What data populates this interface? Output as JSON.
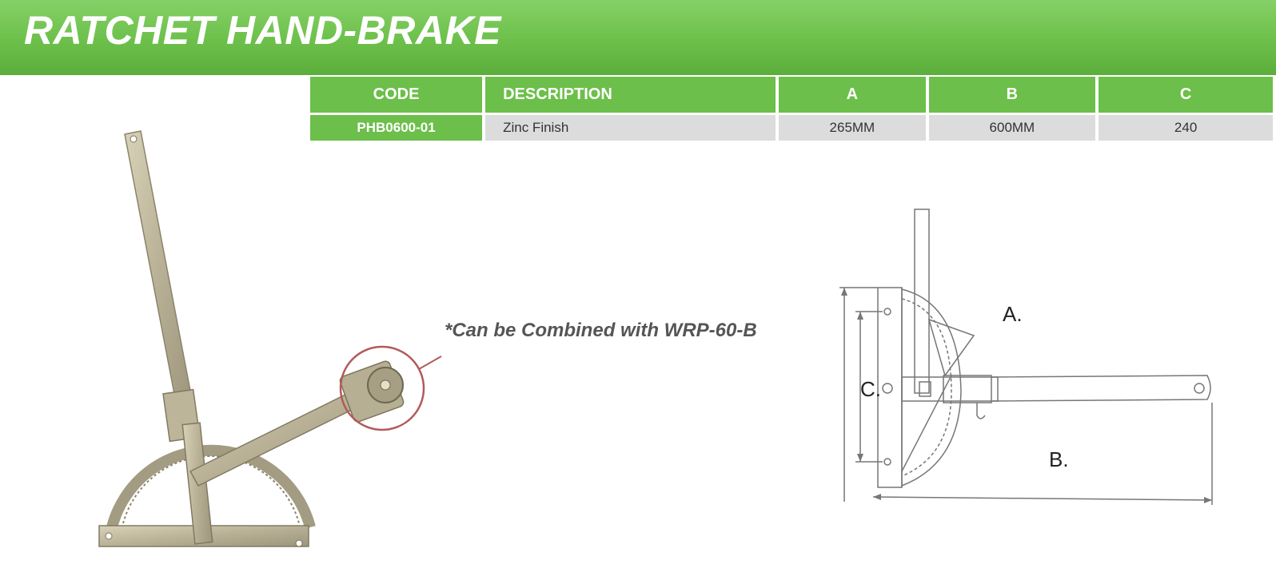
{
  "header": {
    "title": "RATCHET HAND-BRAKE"
  },
  "table": {
    "columns": [
      "CODE",
      "DESCRIPTION",
      "A",
      "B",
      "C"
    ],
    "rows": [
      {
        "code": "PHB0600-01",
        "description": "Zinc Finish",
        "a": "265MM",
        "b": "600MM",
        "c": "240"
      }
    ]
  },
  "note": "*Can be Combined with WRP-60-B",
  "diagram": {
    "label_a": "A.",
    "label_b": "B.",
    "label_c": "C."
  },
  "colors": {
    "banner": "#6cc04a",
    "header_cell": "#6cbf4a",
    "data_cell": "#dcdcdc",
    "callout": "#b35a5a"
  }
}
